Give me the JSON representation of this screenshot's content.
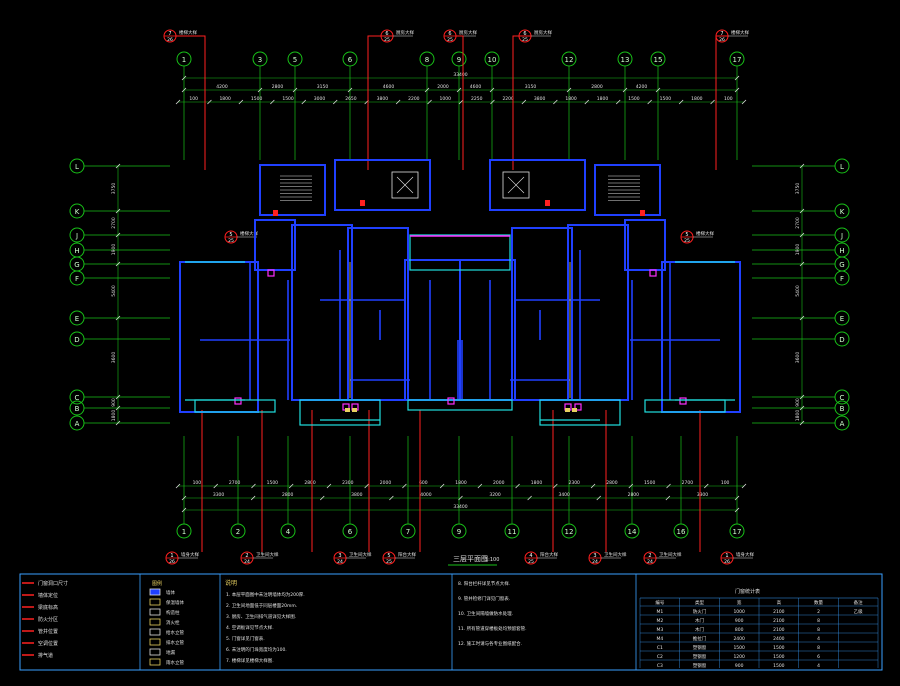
{
  "drawing": {
    "title": "三层平面图",
    "scale": "1:100",
    "colors": {
      "background": "#000000",
      "axis": "#18c018",
      "wall": "#2040ff",
      "section": "#ff2020",
      "text": "#e0e0e0",
      "dim": "#18c018",
      "frame": "#3aa0ff",
      "cyan": "#20e0e0",
      "magenta": "#ff30ff",
      "yellow": "#e8d060"
    }
  },
  "axes": {
    "top": [
      "1",
      "3",
      "5",
      "6",
      "8",
      "9",
      "10",
      "12",
      "13",
      "15",
      "17"
    ],
    "bottom": [
      "1",
      "2",
      "4",
      "6",
      "7",
      "9",
      "11",
      "12",
      "14",
      "16",
      "17"
    ],
    "left": [
      "L",
      "K",
      "J",
      "H",
      "G",
      "F",
      "E",
      "D",
      "C",
      "B",
      "A"
    ],
    "right": [
      "L",
      "K",
      "J",
      "H",
      "G",
      "F",
      "E",
      "D",
      "C",
      "B",
      "A"
    ]
  },
  "dimensions": {
    "top_total": "33400",
    "top_row1": [
      "4200",
      "2800",
      "3150",
      "4600",
      "2000",
      "4600",
      "3150",
      "2800",
      "4200"
    ],
    "top_row2": [
      "100",
      "1800",
      "1500",
      "1500",
      "3000",
      "2650",
      "3800",
      "2200",
      "1000",
      "2250",
      "2200",
      "3800",
      "1800",
      "1800",
      "1500",
      "1500",
      "1800",
      "100"
    ],
    "bottom_total": "33400",
    "bottom_row1": [
      "3300",
      "2800",
      "3800",
      "4000",
      "3200",
      "3400",
      "2800",
      "3300"
    ],
    "bottom_row2": [
      "100",
      "2700",
      "1500",
      "2800",
      "2300",
      "2000",
      "600",
      "1800",
      "2000",
      "1800",
      "2300",
      "2800",
      "1500",
      "2700",
      "100"
    ],
    "left": [
      "3750",
      "2700",
      "1900",
      "5400",
      "3600",
      "900",
      "1800"
    ],
    "right": [
      "3750",
      "2700",
      "1900",
      "5400",
      "3600",
      "900",
      "1800"
    ]
  },
  "section_markers": {
    "top": [
      {
        "num": "7",
        "sheet": "26",
        "label": "楼梯大样"
      },
      {
        "num": "6",
        "sheet": "25",
        "label": "厨房大样"
      },
      {
        "num": "6",
        "sheet": "25",
        "label": "厨房大样"
      },
      {
        "num": "6",
        "sheet": "25",
        "label": "厨房大样"
      },
      {
        "num": "7",
        "sheet": "26",
        "label": "楼梯大样"
      }
    ],
    "bottom": [
      {
        "num": "1",
        "sheet": "26",
        "label": "墙身大样"
      },
      {
        "num": "2",
        "sheet": "24",
        "label": "卫生间大样"
      },
      {
        "num": "3",
        "sheet": "24",
        "label": "卫生间大样"
      },
      {
        "num": "5",
        "sheet": "25",
        "label": "阳台大样"
      },
      {
        "num": "4",
        "sheet": "25",
        "label": "阳台大样"
      },
      {
        "num": "3",
        "sheet": "24",
        "label": "卫生间大样"
      },
      {
        "num": "2",
        "sheet": "24",
        "label": "卫生间大样"
      },
      {
        "num": "1",
        "sheet": "26",
        "label": "墙身大样"
      }
    ],
    "side": [
      {
        "num": "5",
        "sheet": "25",
        "label": "楼梯大样"
      },
      {
        "num": "5",
        "sheet": "25",
        "label": "楼梯大样"
      }
    ]
  },
  "legend": {
    "header": "图例",
    "items": [
      "墙体",
      "保温墙体",
      "构造柱",
      "消火栓",
      "给水立管",
      "排水立管",
      "地漏",
      "雨水立管"
    ]
  },
  "notes": {
    "header": "说明",
    "lines": [
      "1. 本层平面图中未注明墙体均为200厚.",
      "2. 卫生间地面低于同层楼面20mm.",
      "3. 厨房、卫生间排气道详见大样图.",
      "4. 空调板详见节点大样.",
      "5. 门窗详见门窗表.",
      "6. 未注明的门垛宽度均为100.",
      "7. 楼梯详见楼梯大样图."
    ]
  },
  "notes2": {
    "lines": [
      "8. 阳台栏杆详见节点大样.",
      "9. 管井检修门详见门窗表.",
      "10. 卫生间隔墙做防水处理.",
      "11. 所有管道穿楼板处均预留套管.",
      "12. 施工时请与各专业图纸配合."
    ]
  },
  "door_table": {
    "header": "门窗统计表",
    "columns": [
      "编号",
      "类型",
      "宽",
      "高",
      "数量",
      "备注"
    ],
    "rows": [
      [
        "M1",
        "防火门",
        "1000",
        "2100",
        "2",
        "乙级"
      ],
      [
        "M2",
        "木门",
        "900",
        "2100",
        "8",
        ""
      ],
      [
        "M3",
        "木门",
        "800",
        "2100",
        "8",
        ""
      ],
      [
        "M4",
        "推拉门",
        "2400",
        "2400",
        "4",
        ""
      ],
      [
        "C1",
        "塑钢窗",
        "1500",
        "1500",
        "8",
        ""
      ],
      [
        "C2",
        "塑钢窗",
        "1200",
        "1500",
        "6",
        ""
      ],
      [
        "C3",
        "塑钢窗",
        "900",
        "1500",
        "4",
        ""
      ]
    ]
  },
  "left_legend": {
    "lines": [
      "门窗洞口尺寸",
      "墙体定位",
      "梁底标高",
      "防火分区",
      "管井位置",
      "空调位置",
      "排气道"
    ]
  }
}
